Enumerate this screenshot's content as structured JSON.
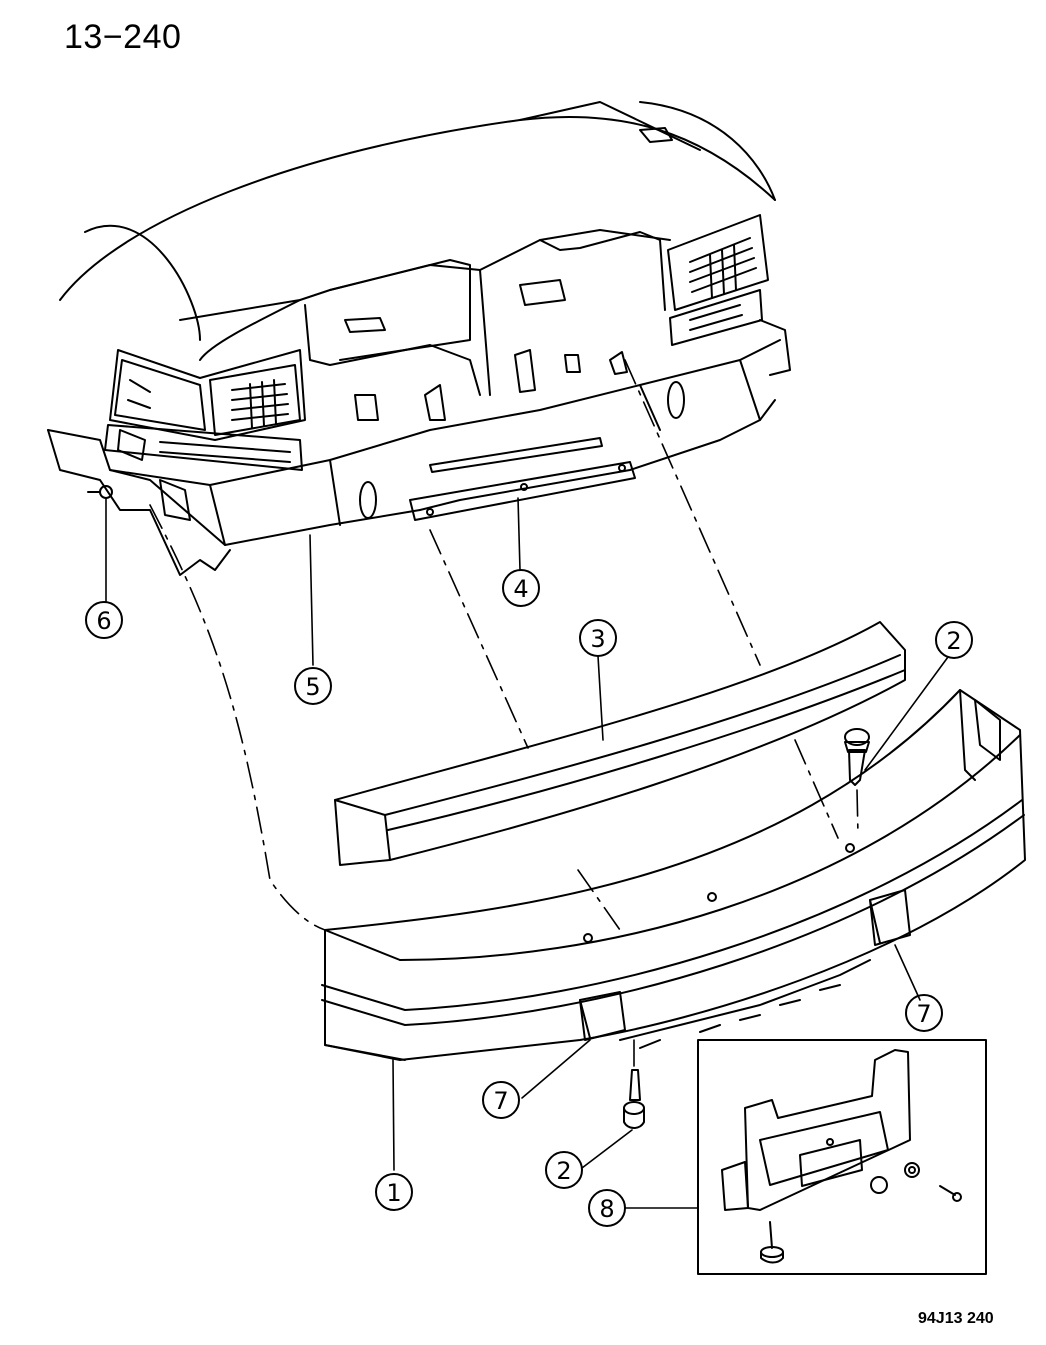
{
  "page": {
    "title": "13−240",
    "diagram_code": "94J13  240"
  },
  "callouts": [
    {
      "id": "1",
      "label": "1"
    },
    {
      "id": "2a",
      "label": "2"
    },
    {
      "id": "2b",
      "label": "2"
    },
    {
      "id": "3",
      "label": "3"
    },
    {
      "id": "4",
      "label": "4"
    },
    {
      "id": "5",
      "label": "5"
    },
    {
      "id": "6",
      "label": "6"
    },
    {
      "id": "7a",
      "label": "7"
    },
    {
      "id": "7b",
      "label": "7"
    },
    {
      "id": "8",
      "label": "8"
    }
  ],
  "colors": {
    "line": "#000000",
    "background": "#ffffff"
  }
}
